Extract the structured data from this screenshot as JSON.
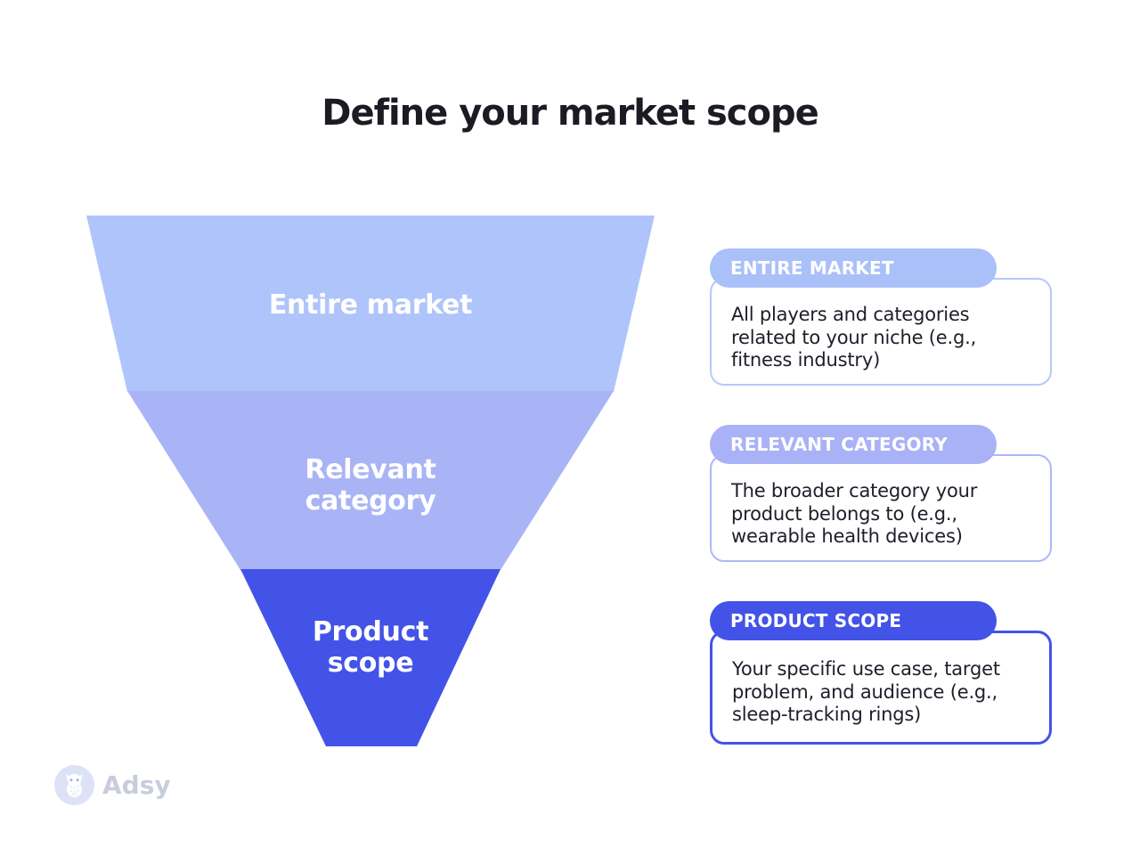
{
  "title": "Define your market scope",
  "funnel": {
    "tiers": [
      {
        "label": "Entire market",
        "color": "#afc4fa"
      },
      {
        "label": "Relevant category",
        "color": "#a9b4f6"
      },
      {
        "label": "Product scope",
        "color": "#4353e8"
      }
    ]
  },
  "cards": [
    {
      "header": "ENTIRE MARKET",
      "body": "All players and categories related to your niche (e.g., fitness industry)",
      "pill_color": "#aac0f9",
      "border_color": "#b7c8fb"
    },
    {
      "header": "RELEVANT CATEGORY",
      "body": "The broader category your product belongs to (e.g., wearable health devices)",
      "pill_color": "#a9b2f6",
      "border_color": "#aeb7f8"
    },
    {
      "header": "PRODUCT SCOPE",
      "body": "Your specific use case, target problem, and audience (e.g., sleep-tracking rings)",
      "pill_color": "#4353e8",
      "border_color": "#4353e8"
    }
  ],
  "logo": {
    "text": "Adsy"
  }
}
